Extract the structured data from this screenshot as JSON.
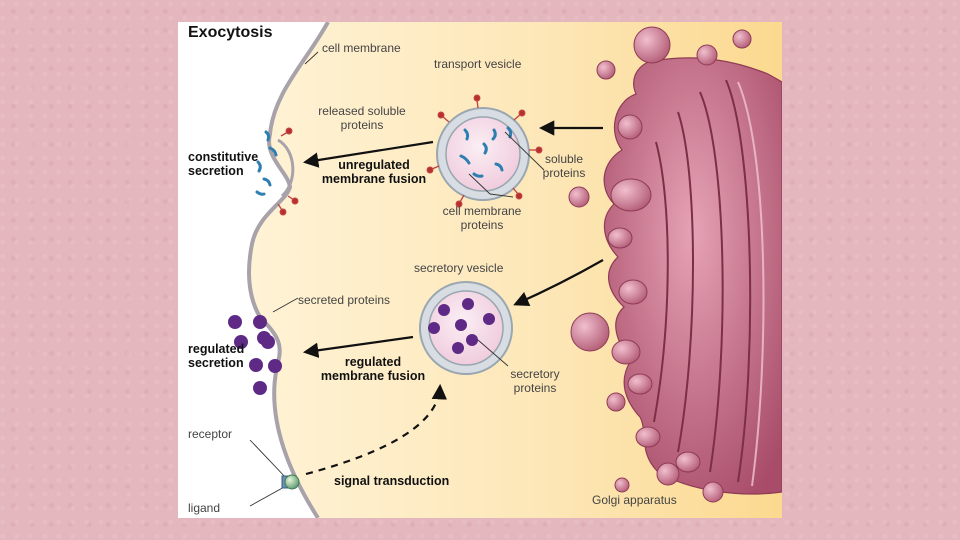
{
  "diagram": {
    "title": "Exocytosis",
    "labels": {
      "cell_membrane": "cell membrane",
      "transport_vesicle": "transport vesicle",
      "released_soluble_proteins": "released soluble proteins",
      "constitutive_secretion": "constitutive secretion",
      "unregulated_membrane_fusion": "unregulated membrane fusion",
      "soluble_proteins": "soluble proteins",
      "cell_membrane_proteins": "cell membrane proteins",
      "secretory_vesicle": "secretory vesicle",
      "secreted_proteins": "secreted proteins",
      "regulated_secretion": "regulated secretion",
      "regulated_membrane_fusion": "regulated membrane fusion",
      "secretory_proteins": "secretory proteins",
      "receptor": "receptor",
      "ligand": "ligand",
      "signal_transduction": "signal transduction",
      "golgi_apparatus": "Golgi apparatus"
    }
  },
  "colors": {
    "cytoplasm": "#fbe3a8",
    "golgi": "#b45e78",
    "vesicle_ring": "#a9b4bd",
    "vesicle_fill": "#f3d8e6",
    "soluble_protein": "#2e7fb0",
    "secretory_protein": "#5e2a86",
    "membrane_protein": "#b8302e"
  }
}
